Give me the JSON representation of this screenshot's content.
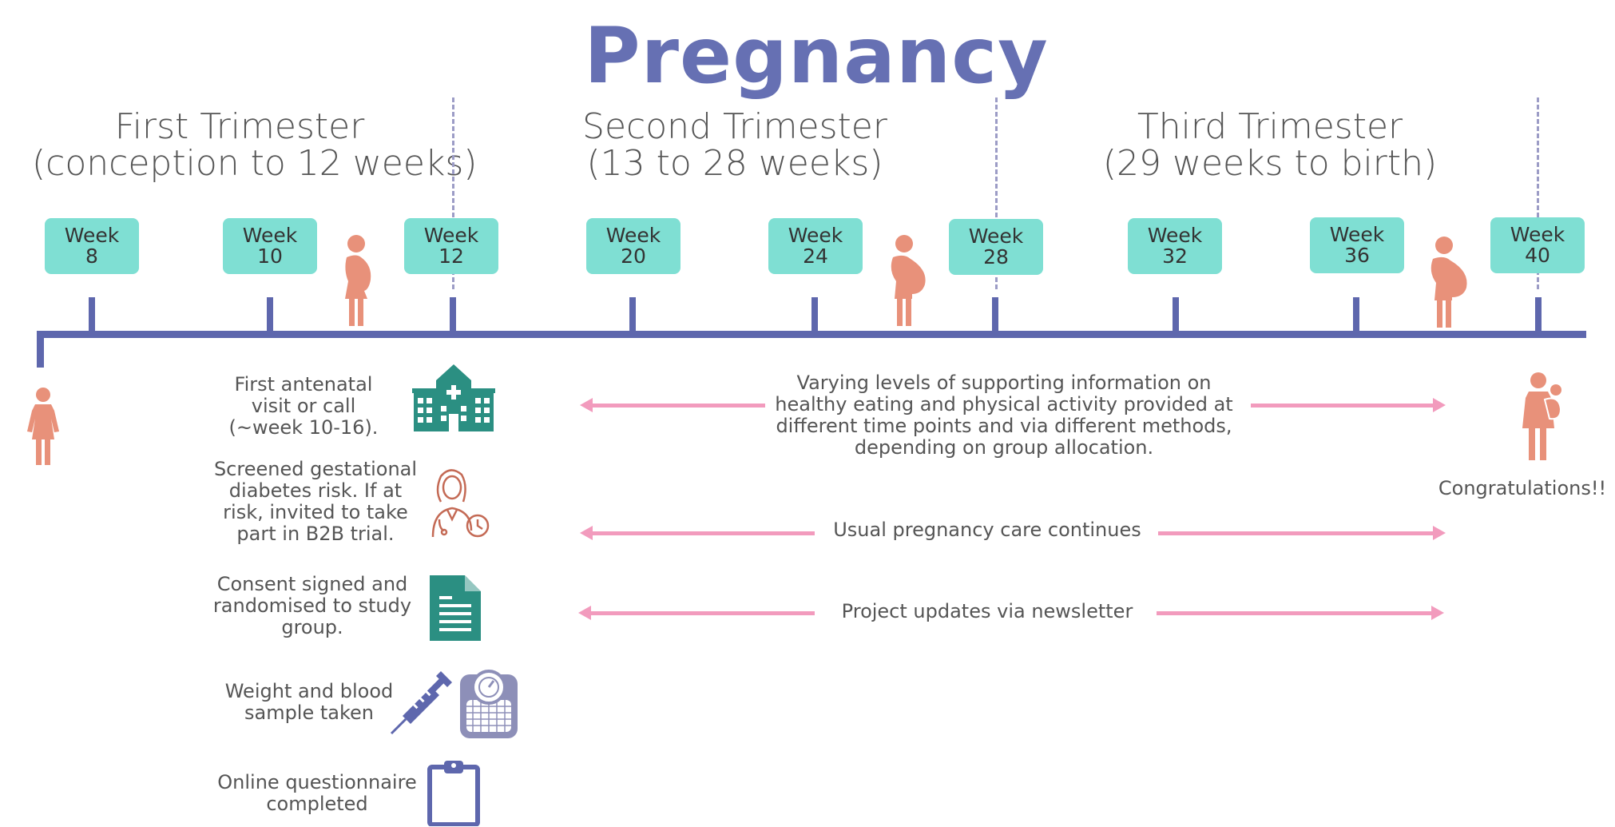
{
  "title": "Pregnancy",
  "trimesters": [
    {
      "line1": "First Trimester",
      "line2": "(conception to 12 weeks)"
    },
    {
      "line1": "Second Trimester",
      "line2": "(13 to 28 weeks)"
    },
    {
      "line1": "Third Trimester",
      "line2": "(29 weeks to birth)"
    }
  ],
  "weeks": [
    {
      "label": "Week",
      "num": "8"
    },
    {
      "label": "Week",
      "num": "10"
    },
    {
      "label": "Week",
      "num": "12"
    },
    {
      "label": "Week",
      "num": "20"
    },
    {
      "label": "Week",
      "num": "24"
    },
    {
      "label": "Week",
      "num": "28"
    },
    {
      "label": "Week",
      "num": "32"
    },
    {
      "label": "Week",
      "num": "36"
    },
    {
      "label": "Week",
      "num": "40"
    }
  ],
  "steps": [
    {
      "text": [
        "First antenatal",
        "visit or call",
        "(~week 10-16)."
      ],
      "icon": "hospital-icon"
    },
    {
      "text": [
        "Screened gestational",
        "diabetes risk. If at",
        "risk, invited to take",
        "part in B2B trial."
      ],
      "icon": "doctor-clock-icon"
    },
    {
      "text": [
        "Consent signed and",
        "randomised to study",
        "group."
      ],
      "icon": "document-icon"
    },
    {
      "text": [
        "Weight and blood",
        "sample taken"
      ],
      "icon": "syringe-scale-icon"
    },
    {
      "text": [
        "Online questionnaire",
        "completed"
      ],
      "icon": "clipboard-icon"
    }
  ],
  "ongoing": [
    {
      "text": [
        "Varying levels of supporting information on",
        "healthy eating and physical activity provided at",
        "different time points and via different methods,",
        "depending on group allocation."
      ]
    },
    {
      "text": [
        "Usual pregnancy care continues"
      ]
    },
    {
      "text": [
        "Project updates via newsletter"
      ]
    }
  ],
  "final": {
    "text": "Congratulations!!",
    "icon": "mother-baby-icon"
  },
  "colors": {
    "title": "#6670b3",
    "axis": "#5e67ad",
    "week_box": "#7fdfd3",
    "figure": "#e8917a",
    "arrow": "#f29bbd",
    "teal_icon": "#2b8f82"
  }
}
